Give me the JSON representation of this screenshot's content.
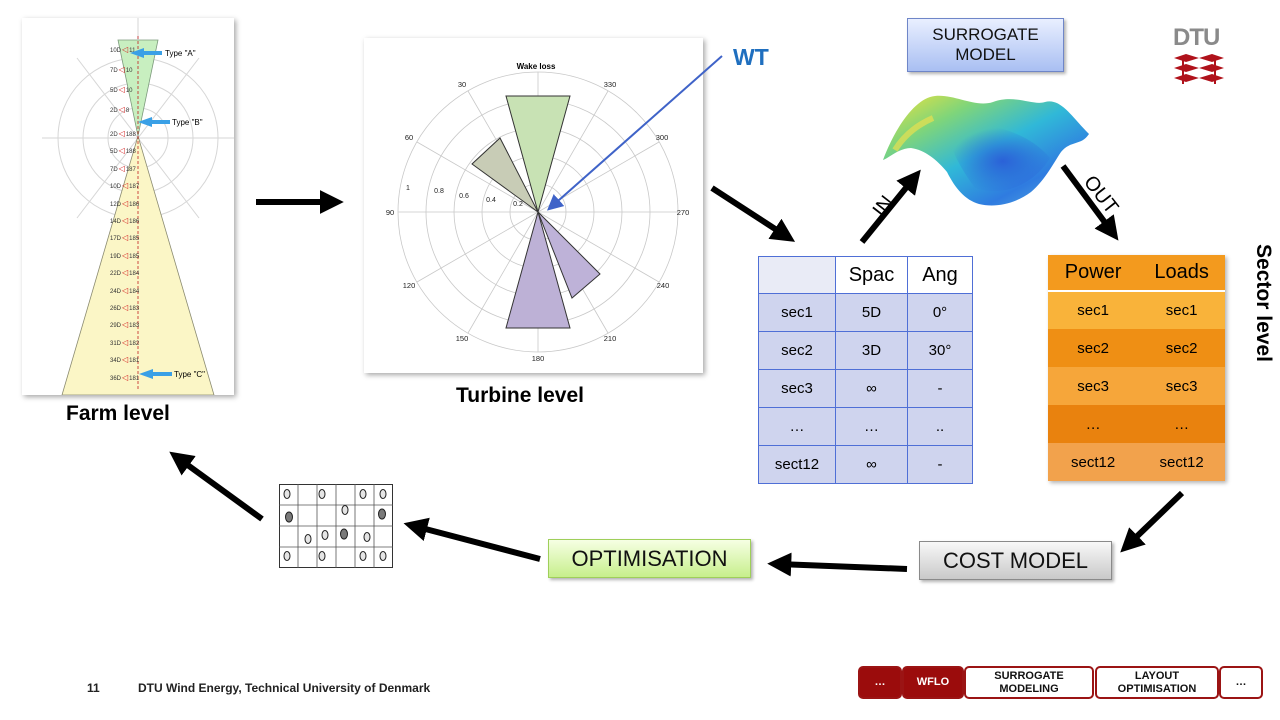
{
  "farm": {
    "label": "Farm level",
    "type_labels": [
      "Type \"A\"",
      "Type \"B\"",
      "Type \"C\""
    ],
    "row_labels": [
      {
        "d": "10D",
        "a": "11"
      },
      {
        "d": "7D",
        "a": "10"
      },
      {
        "d": "5D",
        "a": "10"
      },
      {
        "d": "2D",
        "a": "8"
      },
      {
        "d": "2D",
        "a": "188"
      },
      {
        "d": "5D",
        "a": "188"
      },
      {
        "d": "7D",
        "a": "187"
      },
      {
        "d": "10D",
        "a": "187"
      },
      {
        "d": "12D",
        "a": "186"
      },
      {
        "d": "14D",
        "a": "186"
      },
      {
        "d": "17D",
        "a": "185"
      },
      {
        "d": "19D",
        "a": "185"
      },
      {
        "d": "22D",
        "a": "184"
      },
      {
        "d": "24D",
        "a": "184"
      },
      {
        "d": "26D",
        "a": "183"
      },
      {
        "d": "29D",
        "a": "183"
      },
      {
        "d": "31D",
        "a": "182"
      },
      {
        "d": "34D",
        "a": "181"
      },
      {
        "d": "36D",
        "a": "181"
      }
    ]
  },
  "turbine": {
    "label": "Turbine level",
    "plot_title": "Wake loss",
    "angle_labels": [
      "30",
      "330",
      "60",
      "300",
      "90",
      "270",
      "120",
      "240",
      "150",
      "210",
      "180"
    ],
    "radial_labels": [
      "1",
      "0.8",
      "0.6",
      "0.4",
      "0.2"
    ],
    "wt_label": "WT"
  },
  "surrogate": {
    "label": "SURROGATE MODEL",
    "in_label": "IN",
    "out_label": "OUT"
  },
  "sector_table": {
    "headers": [
      "",
      "Spac",
      "Ang"
    ],
    "rows": [
      [
        "sec1",
        "5D",
        "0°"
      ],
      [
        "sec2",
        "3D",
        "30°"
      ],
      [
        "sec3",
        "∞",
        "-"
      ],
      [
        "…",
        "…",
        ".."
      ],
      [
        "sect12",
        "∞",
        "-"
      ]
    ]
  },
  "output_table": {
    "headers": [
      "Power",
      "Loads"
    ],
    "rows": [
      [
        "sec1",
        "sec1"
      ],
      [
        "sec2",
        "sec2"
      ],
      [
        "sec3",
        "sec3"
      ],
      [
        "…",
        "…"
      ],
      [
        "sect12",
        "sect12"
      ]
    ]
  },
  "sector_level_label": "Sector level",
  "cost_model_label": "COST MODEL",
  "optimisation_label": "OPTIMISATION",
  "logo_text": "DTU",
  "footer": {
    "slide_number": "11",
    "institution": "DTU Wind Energy, Technical University of Denmark",
    "nav_tabs": [
      "…",
      "WFLO",
      "SURROGATE MODELING",
      "LAYOUT OPTIMISATION",
      "…"
    ]
  },
  "colors": {
    "dtu_red": "#9b0c0c",
    "wt_blue": "#1f6fbf",
    "table_blue": "#cfd4ee",
    "output_orange": "#f39a1e",
    "optimisation_green": "#c7ef8c"
  }
}
